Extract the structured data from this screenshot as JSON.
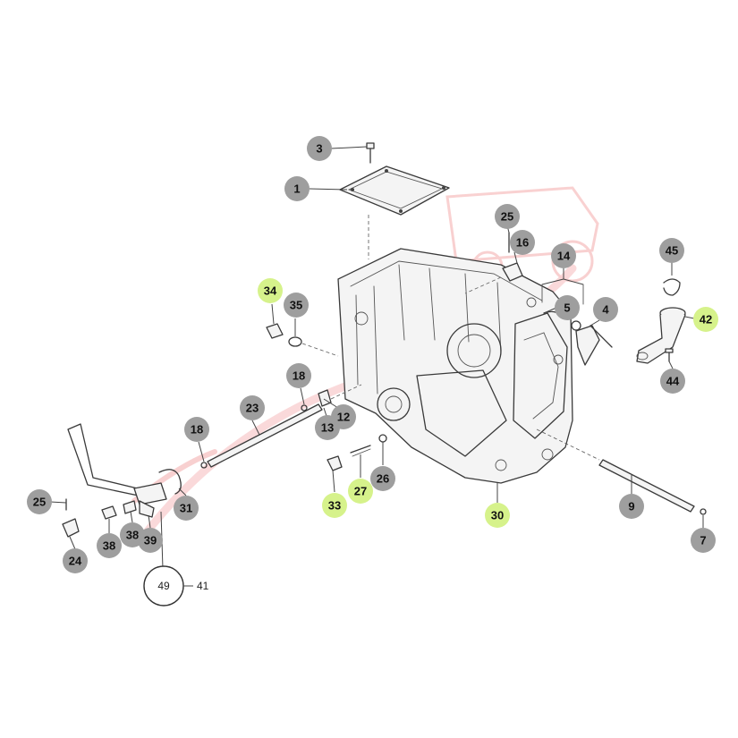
{
  "colors": {
    "callout_gray": "#9e9e9e",
    "callout_highlight": "#d6f28b",
    "callout_text": "#111111",
    "line": "#3a3a3a",
    "watermark": "#e8585b"
  },
  "watermark": {
    "icon": "tractor-logo-watermark"
  },
  "callouts": [
    {
      "label": "3",
      "style": "gray"
    },
    {
      "label": "1",
      "style": "gray"
    },
    {
      "label": "25",
      "style": "gray"
    },
    {
      "label": "16",
      "style": "gray"
    },
    {
      "label": "14",
      "style": "gray"
    },
    {
      "label": "45",
      "style": "gray"
    },
    {
      "label": "5",
      "style": "gray"
    },
    {
      "label": "4",
      "style": "gray"
    },
    {
      "label": "42",
      "style": "highlight"
    },
    {
      "label": "34",
      "style": "highlight"
    },
    {
      "label": "35",
      "style": "gray"
    },
    {
      "label": "44",
      "style": "gray"
    },
    {
      "label": "18",
      "style": "gray"
    },
    {
      "label": "12",
      "style": "gray"
    },
    {
      "label": "13",
      "style": "gray"
    },
    {
      "label": "23",
      "style": "gray"
    },
    {
      "label": "18",
      "style": "gray"
    },
    {
      "label": "26",
      "style": "gray"
    },
    {
      "label": "27",
      "style": "highlight"
    },
    {
      "label": "33",
      "style": "highlight"
    },
    {
      "label": "30",
      "style": "highlight"
    },
    {
      "label": "9",
      "style": "gray"
    },
    {
      "label": "7",
      "style": "gray"
    },
    {
      "label": "25",
      "style": "gray"
    },
    {
      "label": "31",
      "style": "gray"
    },
    {
      "label": "38",
      "style": "gray"
    },
    {
      "label": "38",
      "style": "gray"
    },
    {
      "label": "39",
      "style": "gray"
    },
    {
      "label": "24",
      "style": "gray"
    }
  ],
  "assembly_callout": {
    "circle_label": "49",
    "leader_label": "41"
  }
}
